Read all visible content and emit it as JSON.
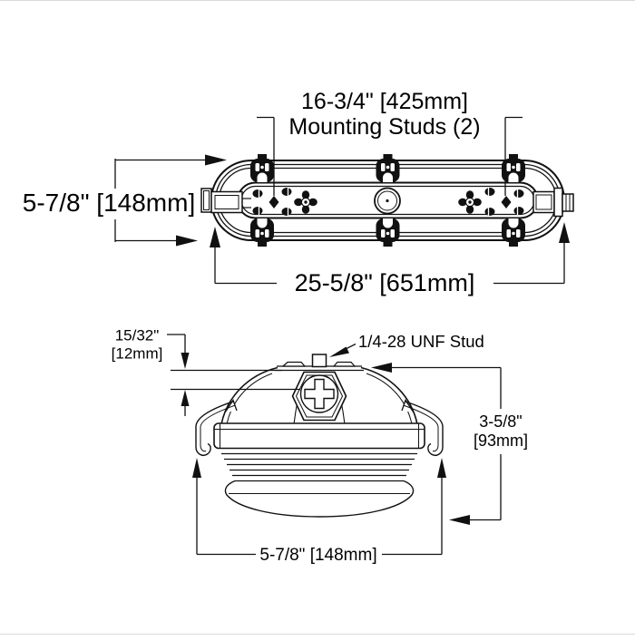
{
  "drawing_title": "Luminaire dimensional drawing",
  "colors": {
    "line": "#111111",
    "background": "#ffffff"
  },
  "top_view": {
    "dim_studs_value": "16-3/4\" [425mm]",
    "dim_studs_label": "Mounting Studs (2)",
    "dim_width": "5-7/8\" [148mm]",
    "dim_length": "25-5/8\" [651mm]"
  },
  "end_view": {
    "stud_height_in": "15/32\"",
    "stud_height_mm": "[12mm]",
    "stud_label": "1/4-28 UNF Stud",
    "body_height_in": "3-5/8\"",
    "body_height_mm": "[93mm]",
    "dim_width": "5-7/8\" [148mm]"
  }
}
